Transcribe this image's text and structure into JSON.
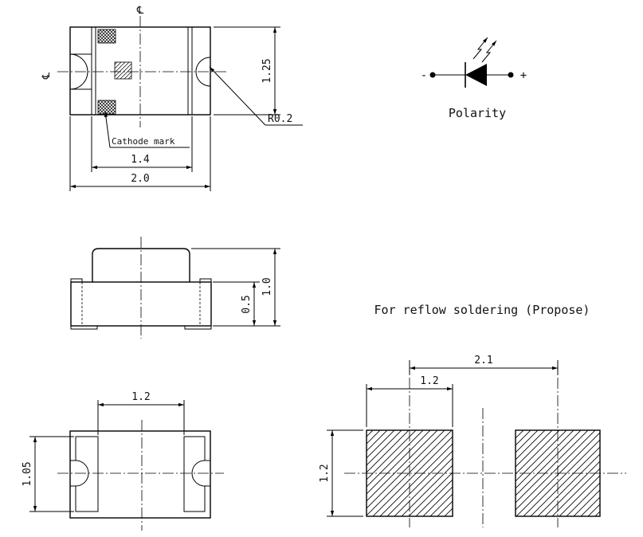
{
  "top_view": {
    "centerline_symbol": "℄",
    "dim_height": "1.25",
    "dim_radius": "R0.2",
    "cathode_label": "Cathode mark",
    "dim_inner_width": "1.4",
    "dim_total_width": "2.0"
  },
  "polarity": {
    "minus": "-",
    "plus": "+",
    "label": "Polarity"
  },
  "side_view": {
    "dim_total_height": "1.0",
    "dim_base_height": "0.5"
  },
  "bottom_view": {
    "dim_pad_gap": "1.2",
    "dim_height": "1.05"
  },
  "footprint": {
    "title": "For reflow soldering (Propose)",
    "dim_pitch": "2.1",
    "dim_pad_width": "1.2",
    "dim_pad_height": "1.2"
  }
}
